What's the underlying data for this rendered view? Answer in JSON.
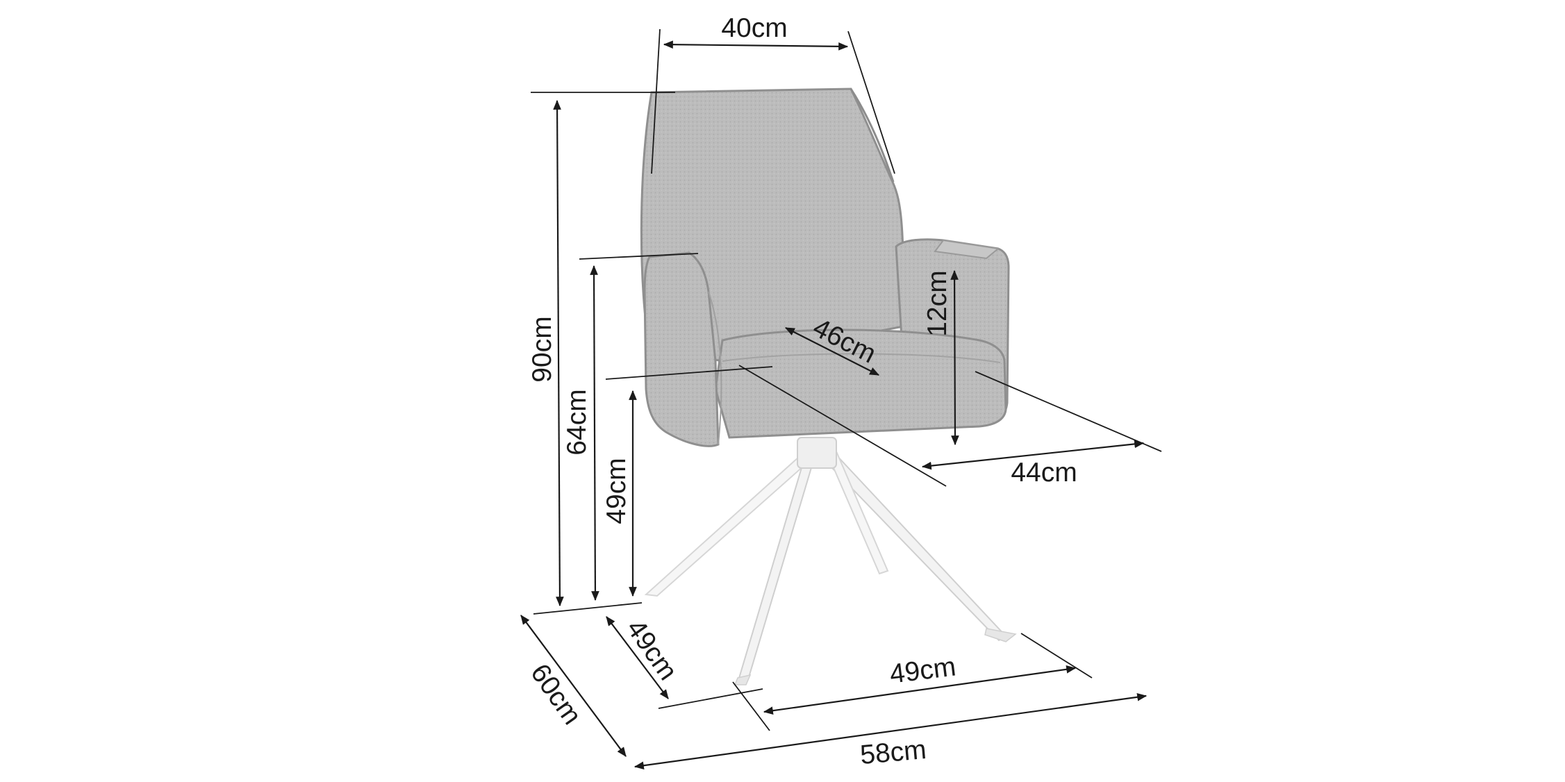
{
  "dimensions": {
    "back_width": "40cm",
    "total_height": "90cm",
    "armrest_height": "64cm",
    "seat_height": "49cm",
    "armrest_above_seat": "12cm",
    "seat_depth": "46cm",
    "seat_width": "44cm",
    "base_depth": "49cm",
    "base_width": "49cm",
    "total_depth": "60cm",
    "total_width": "58cm"
  },
  "colors": {
    "upholstery": "#b9b9b9",
    "upholstery_shade": "#9e9e9e",
    "legs": "#f1f1f1",
    "lines": "#1a1a1a"
  }
}
